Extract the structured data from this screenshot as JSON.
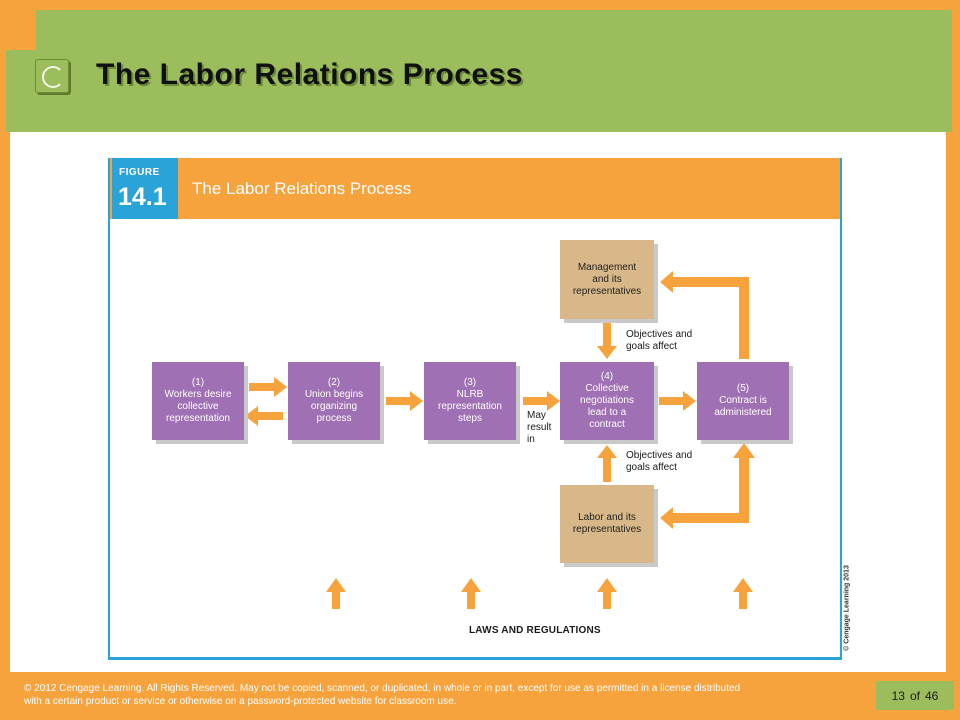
{
  "slide": {
    "title": "The Labor Relations Process"
  },
  "figure": {
    "label": "FIGURE",
    "number": "14.1",
    "title": "The Labor Relations Process",
    "copyright": "© Cengage Learning 2013"
  },
  "diagram": {
    "steps": [
      {
        "lines": [
          "(1)",
          "Workers desire",
          "collective",
          "representation"
        ]
      },
      {
        "lines": [
          "(2)",
          "Union begins",
          "organizing",
          "process"
        ]
      },
      {
        "lines": [
          "(3)",
          "NLRB",
          "representation",
          "steps"
        ]
      },
      {
        "lines": [
          "(4)",
          "Collective",
          "negotiations",
          "lead to a",
          "contract"
        ]
      },
      {
        "lines": [
          "(5)",
          "Contract is",
          "administered"
        ]
      }
    ],
    "management": {
      "lines": [
        "Management",
        "and its",
        "representatives"
      ]
    },
    "labor": {
      "lines": [
        "Labor and its",
        "representatives"
      ]
    },
    "objectives_top": [
      "Objectives and",
      "goals affect"
    ],
    "objectives_bottom": [
      "Objectives and",
      "goals affect"
    ],
    "may_result": [
      "May",
      "result",
      "in"
    ],
    "laws": "LAWS AND REGULATIONS"
  },
  "footer": {
    "copyright": "© 2012 Cengage Learning. All Rights Reserved. May not be copied, scanned, or duplicated, in whole or in part, except for use as permitted in a license distributed with a certain product or service or otherwise on a password-protected website for classroom use.",
    "page": "13",
    "of": "of",
    "total": "46"
  },
  "colors": {
    "orange": "#F6A33E",
    "green": "#9CBD5C",
    "purple": "#A070B5",
    "tan": "#D8B888",
    "blue": "#29A3D8"
  }
}
